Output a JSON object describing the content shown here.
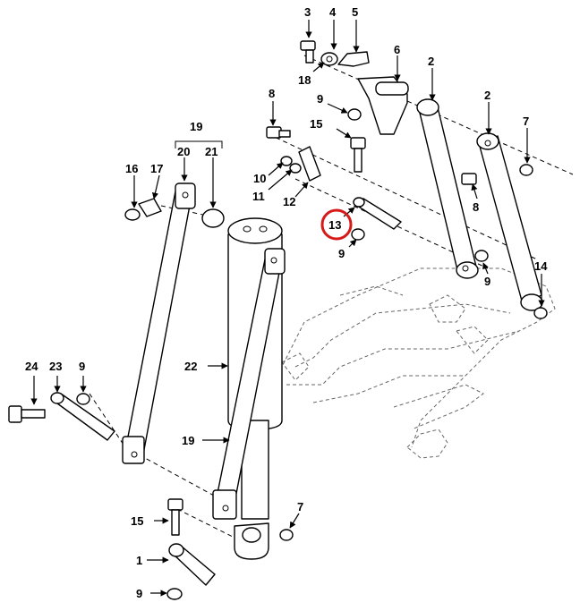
{
  "callouts": [
    {
      "id": "c3",
      "text": "3"
    },
    {
      "id": "c4",
      "text": "4"
    },
    {
      "id": "c5",
      "text": "5"
    },
    {
      "id": "c18",
      "text": "18"
    },
    {
      "id": "c6",
      "text": "6"
    },
    {
      "id": "c2a",
      "text": "2"
    },
    {
      "id": "c2b",
      "text": "2"
    },
    {
      "id": "c8a",
      "text": "8"
    },
    {
      "id": "c9a",
      "text": "9"
    },
    {
      "id": "c15a",
      "text": "15"
    },
    {
      "id": "c7a",
      "text": "7"
    },
    {
      "id": "c19a",
      "text": "19"
    },
    {
      "id": "c20",
      "text": "20"
    },
    {
      "id": "c21",
      "text": "21"
    },
    {
      "id": "c16",
      "text": "16"
    },
    {
      "id": "c17",
      "text": "17"
    },
    {
      "id": "c10",
      "text": "10"
    },
    {
      "id": "c11",
      "text": "11"
    },
    {
      "id": "c12",
      "text": "12"
    },
    {
      "id": "c8b",
      "text": "8"
    },
    {
      "id": "c13",
      "text": "13"
    },
    {
      "id": "c9b",
      "text": "9"
    },
    {
      "id": "c9c",
      "text": "9"
    },
    {
      "id": "c14",
      "text": "14"
    },
    {
      "id": "c22",
      "text": "22"
    },
    {
      "id": "c24",
      "text": "24"
    },
    {
      "id": "c23",
      "text": "23"
    },
    {
      "id": "c9d",
      "text": "9"
    },
    {
      "id": "c19b",
      "text": "19"
    },
    {
      "id": "c15b",
      "text": "15"
    },
    {
      "id": "c7b",
      "text": "7"
    },
    {
      "id": "c1",
      "text": "1"
    },
    {
      "id": "c9e",
      "text": "9"
    }
  ],
  "highlight": {
    "callout": "13",
    "color": "#d61a1a"
  }
}
